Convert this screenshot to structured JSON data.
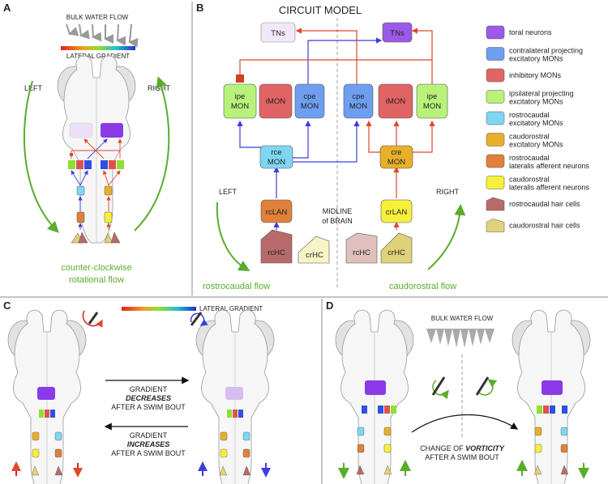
{
  "panels": {
    "a": {
      "letter": "A",
      "bulk_flow": "BULK WATER FLOW",
      "lateral_gradient": "LATERAL GRADIENT",
      "left": "LEFT",
      "right": "RIGHT",
      "flow_line1": "counter-clockwise",
      "flow_line2": "rotational flow"
    },
    "b": {
      "letter": "B",
      "title": "CIRCUIT MODEL",
      "left": "LEFT",
      "right": "RIGHT",
      "midline1": "MIDLINE",
      "midline2": "of BRAIN",
      "rostro_flow": "rostrocaudal flow",
      "caudo_flow": "caudorostral flow",
      "nodes": {
        "tns_left": "TNs",
        "tns_right": "TNs",
        "ipe_l_1": "ipe",
        "ipe_l_2": "MON",
        "imon_l": "iMON",
        "cpe_l_1": "cpe",
        "cpe_l_2": "MON",
        "cpe_r_1": "cpe",
        "cpe_r_2": "MON",
        "imon_r": "iMON",
        "ipe_r_1": "ipe",
        "ipe_r_2": "MON",
        "rce_1": "rce",
        "rce_2": "MON",
        "cre_1": "cre",
        "cre_2": "MON",
        "rclan": "rcLAN",
        "crlan": "crLAN",
        "rchc_l": "rcHC",
        "crhc_l": "crHC",
        "rchc_r": "rcHC",
        "crhc_r": "crHC"
      }
    },
    "c": {
      "letter": "C",
      "lateral_gradient": "LATERAL GRADIENT",
      "dec_1": "GRADIENT",
      "dec_2": "DECREASES",
      "dec_3": "AFTER A SWIM BOUT",
      "inc_1": "GRADIENT",
      "inc_2": "INCREASES",
      "inc_3": "AFTER A SWIM BOUT"
    },
    "d": {
      "letter": "D",
      "bulk_flow": "BULK WATER FLOW",
      "change_1": "CHANGE OF",
      "change_2": "VORTICITY",
      "change_3": "AFTER A SWIM BOUT"
    }
  },
  "legend": [
    {
      "label1": "toral neurons",
      "label2": "",
      "color": "#9b59e8"
    },
    {
      "label1": "contralateral projecting",
      "label2": "excitatory MONs",
      "color": "#6f9ef0"
    },
    {
      "label1": "inhibitory MONs",
      "label2": "",
      "color": "#e06464"
    },
    {
      "label1": "ipsilateral projecting",
      "label2": "excitatory MONs",
      "color": "#b8f27a"
    },
    {
      "label1": "rostrocaudal",
      "label2": "excitatory MONs",
      "color": "#7fd6f2"
    },
    {
      "label1": "caudorostral",
      "label2": "excitatory MONs",
      "color": "#e8b02a"
    },
    {
      "label1": "rostrocaudal",
      "label2": "lateralis afferent neurons",
      "color": "#e0803a"
    },
    {
      "label1": "caudorostral",
      "label2": "lateralis afferent neurons",
      "color": "#f7f03a"
    },
    {
      "label1": "rostrocaudal hair cells",
      "label2": "",
      "color": "#b86a6a"
    },
    {
      "label1": "caudorostral hair cells",
      "label2": "",
      "color": "#e0d27a"
    }
  ],
  "colors": {
    "blue_arrow": "#3c3ce0",
    "red_arrow": "#e0482a",
    "green_flow": "#5aac2c",
    "brain_fill": "#f4f4f4",
    "brain_stroke": "#999999"
  }
}
